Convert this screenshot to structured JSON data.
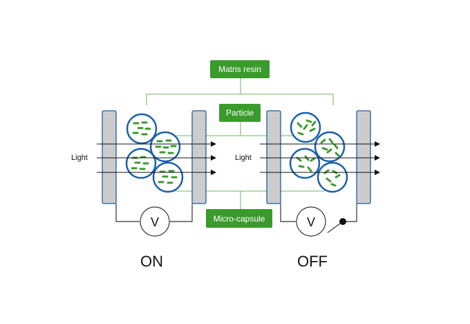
{
  "labels": {
    "matrix_resin": "Matris resin",
    "particle": "Particle",
    "micro_capsule": "Micro-capsule",
    "light_left": "Light",
    "light_right": "Light",
    "voltmeter_left": "V",
    "voltmeter_right": "V",
    "state_on": "ON",
    "state_off": "OFF"
  },
  "colors": {
    "tag_green": "#3a9a2c",
    "connector_green": "#8cc47a",
    "capsule_blue": "#1a5fa8",
    "particle_green": "#3a9a2c",
    "electrode_fill": "#cccccc",
    "electrode_border": "#1a5fa8"
  }
}
